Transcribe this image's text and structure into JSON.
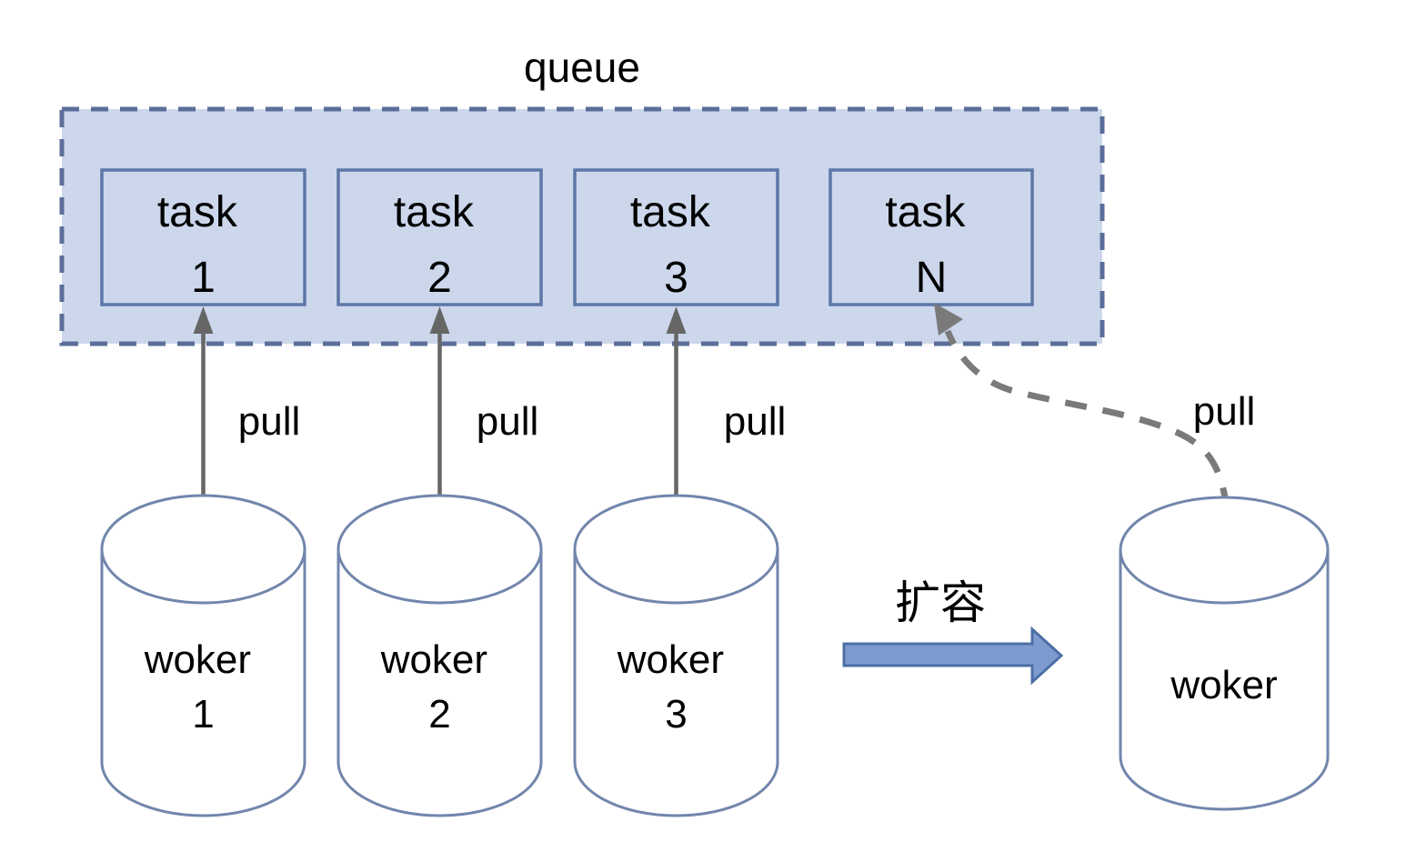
{
  "queue": {
    "label": "queue",
    "tasks": [
      {
        "name": "task",
        "id": "1"
      },
      {
        "name": "task",
        "id": "2"
      },
      {
        "name": "task",
        "id": "3"
      },
      {
        "name": "task",
        "id": "N"
      }
    ]
  },
  "workers": [
    {
      "name": "woker",
      "id": "1"
    },
    {
      "name": "woker",
      "id": "2"
    },
    {
      "name": "woker",
      "id": "3"
    },
    {
      "name": "woker"
    }
  ],
  "edges": {
    "pull_labels": [
      "pull",
      "pull",
      "pull",
      "pull"
    ],
    "scale_out_label": "扩容"
  },
  "colors": {
    "queue_fill": "#ccd7ec",
    "queue_dash_border": "#5b6e99",
    "task_border": "#5d77a7",
    "solid_arrow": "#666666",
    "dashed_arrow": "#7a7a7a",
    "cylinder_stroke": "#7286ac",
    "block_arrow_fill": "#7e9bd0",
    "block_arrow_stroke": "#4c6fa5",
    "text": "#000000"
  }
}
